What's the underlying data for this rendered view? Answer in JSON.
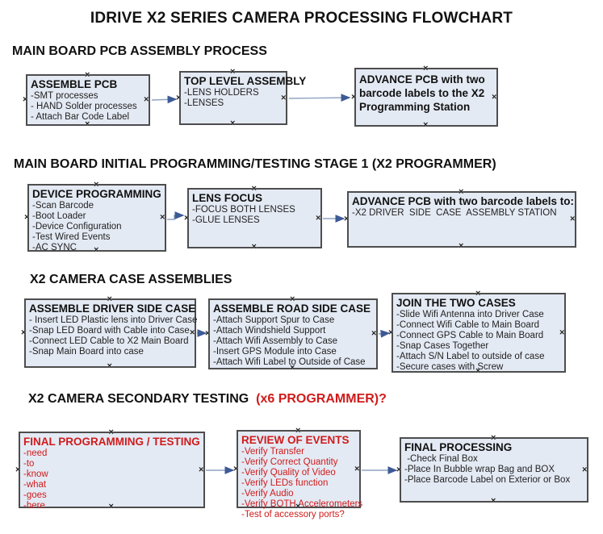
{
  "title": "IDRIVE X2  SERIES CAMERA PROCESSING FLOWCHART",
  "colors": {
    "box_fill": "#e4eaf4",
    "box_border": "#4d4d4d",
    "red_text": "#cf1b1b",
    "arrow_line": "#8fa3c2",
    "arrow_head": "#3d5a96",
    "text": "#1a1a1a"
  },
  "sections": [
    {
      "header": "MAIN BOARD PCB ASSEMBLY PROCESS",
      "boxes": [
        {
          "title": "ASSEMBLE PCB",
          "items": [
            "-SMT processes",
            "- HAND Solder processes",
            "- Attach Bar Code Label"
          ]
        },
        {
          "title": "TOP LEVEL ASSEMBLY",
          "items": [
            "-LENS HOLDERS",
            "-LENSES"
          ]
        },
        {
          "title": "ADVANCE PCB with two barcode labels to the X2 Programming Station",
          "items": []
        }
      ]
    },
    {
      "header": "MAIN BOARD INITIAL PROGRAMMING/TESTING STAGE 1 (X2 PROGRAMMER)",
      "boxes": [
        {
          "title": "DEVICE PROGRAMMING",
          "items": [
            "-Scan Barcode",
            "-Boot Loader",
            "-Device Configuration",
            "-Test Wired Events",
            "-AC SYNC"
          ]
        },
        {
          "title": "LENS FOCUS",
          "items": [
            "-FOCUS BOTH LENSES",
            "-GLUE LENSES"
          ]
        },
        {
          "title": "ADVANCE PCB with two barcode labels to:",
          "items": [
            "-X2 DRIVER  SIDE  CASE  ASSEMBLY STATION"
          ]
        }
      ]
    },
    {
      "header": "X2 CAMERA CASE ASSEMBLIES",
      "boxes": [
        {
          "title": "ASSEMBLE DRIVER SIDE CASE",
          "items": [
            "- Insert LED Plastic lens into Driver Case",
            "-Snap LED Board with Cable into Case",
            "-Connect LED Cable to X2 Main Board",
            "-Snap Main Board into case"
          ]
        },
        {
          "title": "ASSEMBLE ROAD SIDE CASE",
          "items": [
            "-Attach Support Spur to Case",
            "-Attach Windshield Support",
            "-Attach Wifi Assembly to Case",
            "-Insert GPS Module into Case",
            "-Attach Wifi Label to Outside of Case"
          ]
        },
        {
          "title": "JOIN THE TWO CASES",
          "items": [
            "-Slide Wifi Antenna into Driver Case",
            "-Connect Wifi Cable to Main Board",
            "-Connect GPS Cable to Main Board",
            "-Snap Cases Together",
            "-Attach S/N Label to outside of case",
            "-Secure cases with Screw"
          ]
        }
      ]
    },
    {
      "header": "X2 CAMERA SECONDARY TESTING ",
      "header_red": " (x6 PROGRAMMER)?",
      "boxes": [
        {
          "title": "FINAL PROGRAMMING / TESTING",
          "items": [
            "-need",
            "-to",
            "-know",
            "-what",
            "-goes",
            "-here"
          ]
        },
        {
          "title": "REVIEW OF EVENTS",
          "items": [
            "-Verify Transfer",
            "-Verify Correct Quantity",
            "-Verify Quality of Video",
            "-Verify LEDs function",
            "-Verify Audio",
            "-Verify BOTH Accelerometers",
            "-Test of accessory ports?"
          ]
        },
        {
          "title": "FINAL PROCESSING",
          "items": [
            " -Check Final Box",
            "-Place In Bubble wrap Bag and BOX",
            "-Place Barcode Label on Exterior or Box"
          ]
        }
      ]
    }
  ]
}
